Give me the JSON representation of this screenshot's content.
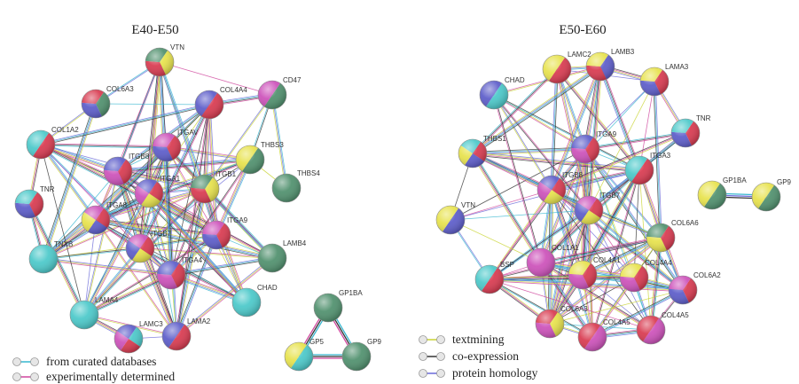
{
  "titles": {
    "left": "E40-E50",
    "right": "E50-E60"
  },
  "legend_left": [
    {
      "label": "from curated databases",
      "color": "#37b7cf"
    },
    {
      "label": "experimentally determined",
      "color": "#d0479e"
    }
  ],
  "legend_right": [
    {
      "label": "textmining",
      "color": "#c9d434"
    },
    {
      "label": "co-expression",
      "color": "#333333"
    },
    {
      "label": "protein homology",
      "color": "#6a6ad8"
    }
  ],
  "colors": {
    "curated": "#37b7cf",
    "experimental": "#d0479e",
    "textmining": "#c9d434",
    "coexpression": "#333333",
    "homology": "#6a6ad8",
    "node_cyan": "#49c8c9",
    "node_red": "#d8384e",
    "node_blue": "#5b5bc9",
    "node_yellow": "#e7e24a",
    "node_green": "#4e8f6c",
    "node_magenta": "#cc4fb9",
    "node_teal": "#3e9e8c"
  },
  "nodes_left": [
    {
      "id": "VTN",
      "label": "VTN",
      "colors": [
        "yellow",
        "red",
        "green"
      ]
    },
    {
      "id": "CD47",
      "label": "CD47",
      "colors": [
        "green",
        "magenta"
      ]
    },
    {
      "id": "COL6A3",
      "label": "COL6A3",
      "colors": [
        "green",
        "blue",
        "red"
      ]
    },
    {
      "id": "COL4A4",
      "label": "COL4A4",
      "colors": [
        "red",
        "blue"
      ]
    },
    {
      "id": "COL1A2",
      "label": "COL1A2",
      "colors": [
        "red",
        "cyan"
      ]
    },
    {
      "id": "ITGAV",
      "label": "ITGAV",
      "colors": [
        "red",
        "blue",
        "magenta"
      ]
    },
    {
      "id": "THBS3",
      "label": "THBS3",
      "colors": [
        "green",
        "yellow"
      ]
    },
    {
      "id": "ITGB8",
      "label": "ITGB8",
      "colors": [
        "red",
        "magenta",
        "blue"
      ]
    },
    {
      "id": "THBS4",
      "label": "THBS4",
      "colors": [
        "green"
      ]
    },
    {
      "id": "ITGB1",
      "label": "ITGB1",
      "colors": [
        "yellow",
        "red",
        "green"
      ]
    },
    {
      "id": "ITGA1",
      "label": "ITGA1",
      "colors": [
        "red",
        "yellow",
        "magenta",
        "blue"
      ]
    },
    {
      "id": "TNR",
      "label": "TNR",
      "colors": [
        "red",
        "blue",
        "cyan"
      ]
    },
    {
      "id": "ITGA8",
      "label": "ITGA8",
      "colors": [
        "red",
        "blue",
        "yellow",
        "magenta"
      ]
    },
    {
      "id": "ITGA9",
      "label": "ITGA9",
      "colors": [
        "red",
        "blue",
        "magenta"
      ]
    },
    {
      "id": "ITGB7",
      "label": "ITGB7",
      "colors": [
        "red",
        "yellow",
        "blue",
        "magenta"
      ]
    },
    {
      "id": "TNXB",
      "label": "TNXB",
      "colors": [
        "cyan"
      ]
    },
    {
      "id": "LAMB4",
      "label": "LAMB4",
      "colors": [
        "green"
      ]
    },
    {
      "id": "ITGA4",
      "label": "ITGA4",
      "colors": [
        "red",
        "magenta",
        "blue"
      ]
    },
    {
      "id": "CHAD",
      "label": "CHAD",
      "colors": [
        "cyan"
      ]
    },
    {
      "id": "LAMA4",
      "label": "LAMA4",
      "colors": [
        "cyan"
      ]
    },
    {
      "id": "LAMC3",
      "label": "LAMC3",
      "colors": [
        "cyan",
        "red",
        "magenta",
        "blue"
      ]
    },
    {
      "id": "LAMA2",
      "label": "LAMA2",
      "colors": [
        "red",
        "blue"
      ]
    },
    {
      "id": "GP1BA",
      "label": "GP1BA",
      "colors": [
        "green"
      ]
    },
    {
      "id": "GP5",
      "label": "GP5",
      "colors": [
        "cyan",
        "yellow"
      ]
    },
    {
      "id": "GP9",
      "label": "GP9",
      "colors": [
        "green"
      ]
    }
  ],
  "nodes_right": [
    {
      "id": "LAMC2",
      "label": "LAMC2",
      "colors": [
        "red",
        "yellow"
      ]
    },
    {
      "id": "LAMB3",
      "label": "LAMB3",
      "colors": [
        "blue",
        "red",
        "yellow"
      ]
    },
    {
      "id": "LAMA3",
      "label": "LAMA3",
      "colors": [
        "red",
        "blue",
        "yellow"
      ]
    },
    {
      "id": "CHAD",
      "label": "CHAD",
      "colors": [
        "cyan",
        "blue"
      ]
    },
    {
      "id": "TNR",
      "label": "TNR",
      "colors": [
        "red",
        "blue",
        "cyan"
      ]
    },
    {
      "id": "ITGA9",
      "label": "ITGA9",
      "colors": [
        "red",
        "magenta",
        "blue"
      ]
    },
    {
      "id": "THBS1",
      "label": "THBS1",
      "colors": [
        "red",
        "blue",
        "yellow",
        "cyan"
      ]
    },
    {
      "id": "ITGA3",
      "label": "ITGA3",
      "colors": [
        "red",
        "cyan"
      ]
    },
    {
      "id": "GP1BA",
      "label": "GP1BA",
      "colors": [
        "green",
        "yellow"
      ]
    },
    {
      "id": "GP9",
      "label": "GP9",
      "colors": [
        "green",
        "yellow"
      ]
    },
    {
      "id": "ITGB8",
      "label": "ITGB8",
      "colors": [
        "red",
        "yellow",
        "magenta",
        "blue"
      ]
    },
    {
      "id": "ITGB7",
      "label": "ITGB7",
      "colors": [
        "red",
        "yellow",
        "blue",
        "magenta"
      ]
    },
    {
      "id": "VTN",
      "label": "VTN",
      "colors": [
        "blue",
        "yellow"
      ]
    },
    {
      "id": "COL6A6",
      "label": "COL6A6",
      "colors": [
        "red",
        "yellow",
        "green"
      ]
    },
    {
      "id": "COL1A1",
      "label": "COL1A1",
      "colors": [
        "magenta"
      ]
    },
    {
      "id": "COL4A1",
      "label": "COL4A1",
      "colors": [
        "red",
        "magenta",
        "yellow"
      ]
    },
    {
      "id": "COL4A4",
      "label": "COL4A4",
      "colors": [
        "red",
        "magenta",
        "yellow"
      ]
    },
    {
      "id": "BSP",
      "label": "BSP",
      "colors": [
        "red",
        "cyan"
      ]
    },
    {
      "id": "COL6A2",
      "label": "COL6A2",
      "colors": [
        "red",
        "blue",
        "magenta"
      ]
    },
    {
      "id": "COL6A3",
      "label": "COL6A3",
      "colors": [
        "yellow",
        "magenta",
        "red"
      ]
    },
    {
      "id": "COL4A5",
      "label": "COL4A5",
      "colors": [
        "magenta",
        "red"
      ]
    },
    {
      "id": "COL4A5b",
      "label": "COL4A5",
      "colors": [
        "magenta",
        "red"
      ]
    }
  ]
}
